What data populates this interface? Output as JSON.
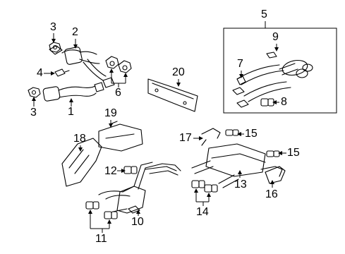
{
  "callouts": {
    "c1": "1",
    "c2": "2",
    "c3a": "3",
    "c3b": "3",
    "c4": "4",
    "c5": "5",
    "c6": "6",
    "c7": "7",
    "c8": "8",
    "c9": "9",
    "c10": "10",
    "c11": "11",
    "c12": "12",
    "c13": "13",
    "c14": "14",
    "c15a": "15",
    "c15b": "15",
    "c16": "16",
    "c17": "17",
    "c18": "18",
    "c19": "19",
    "c20": "20"
  }
}
